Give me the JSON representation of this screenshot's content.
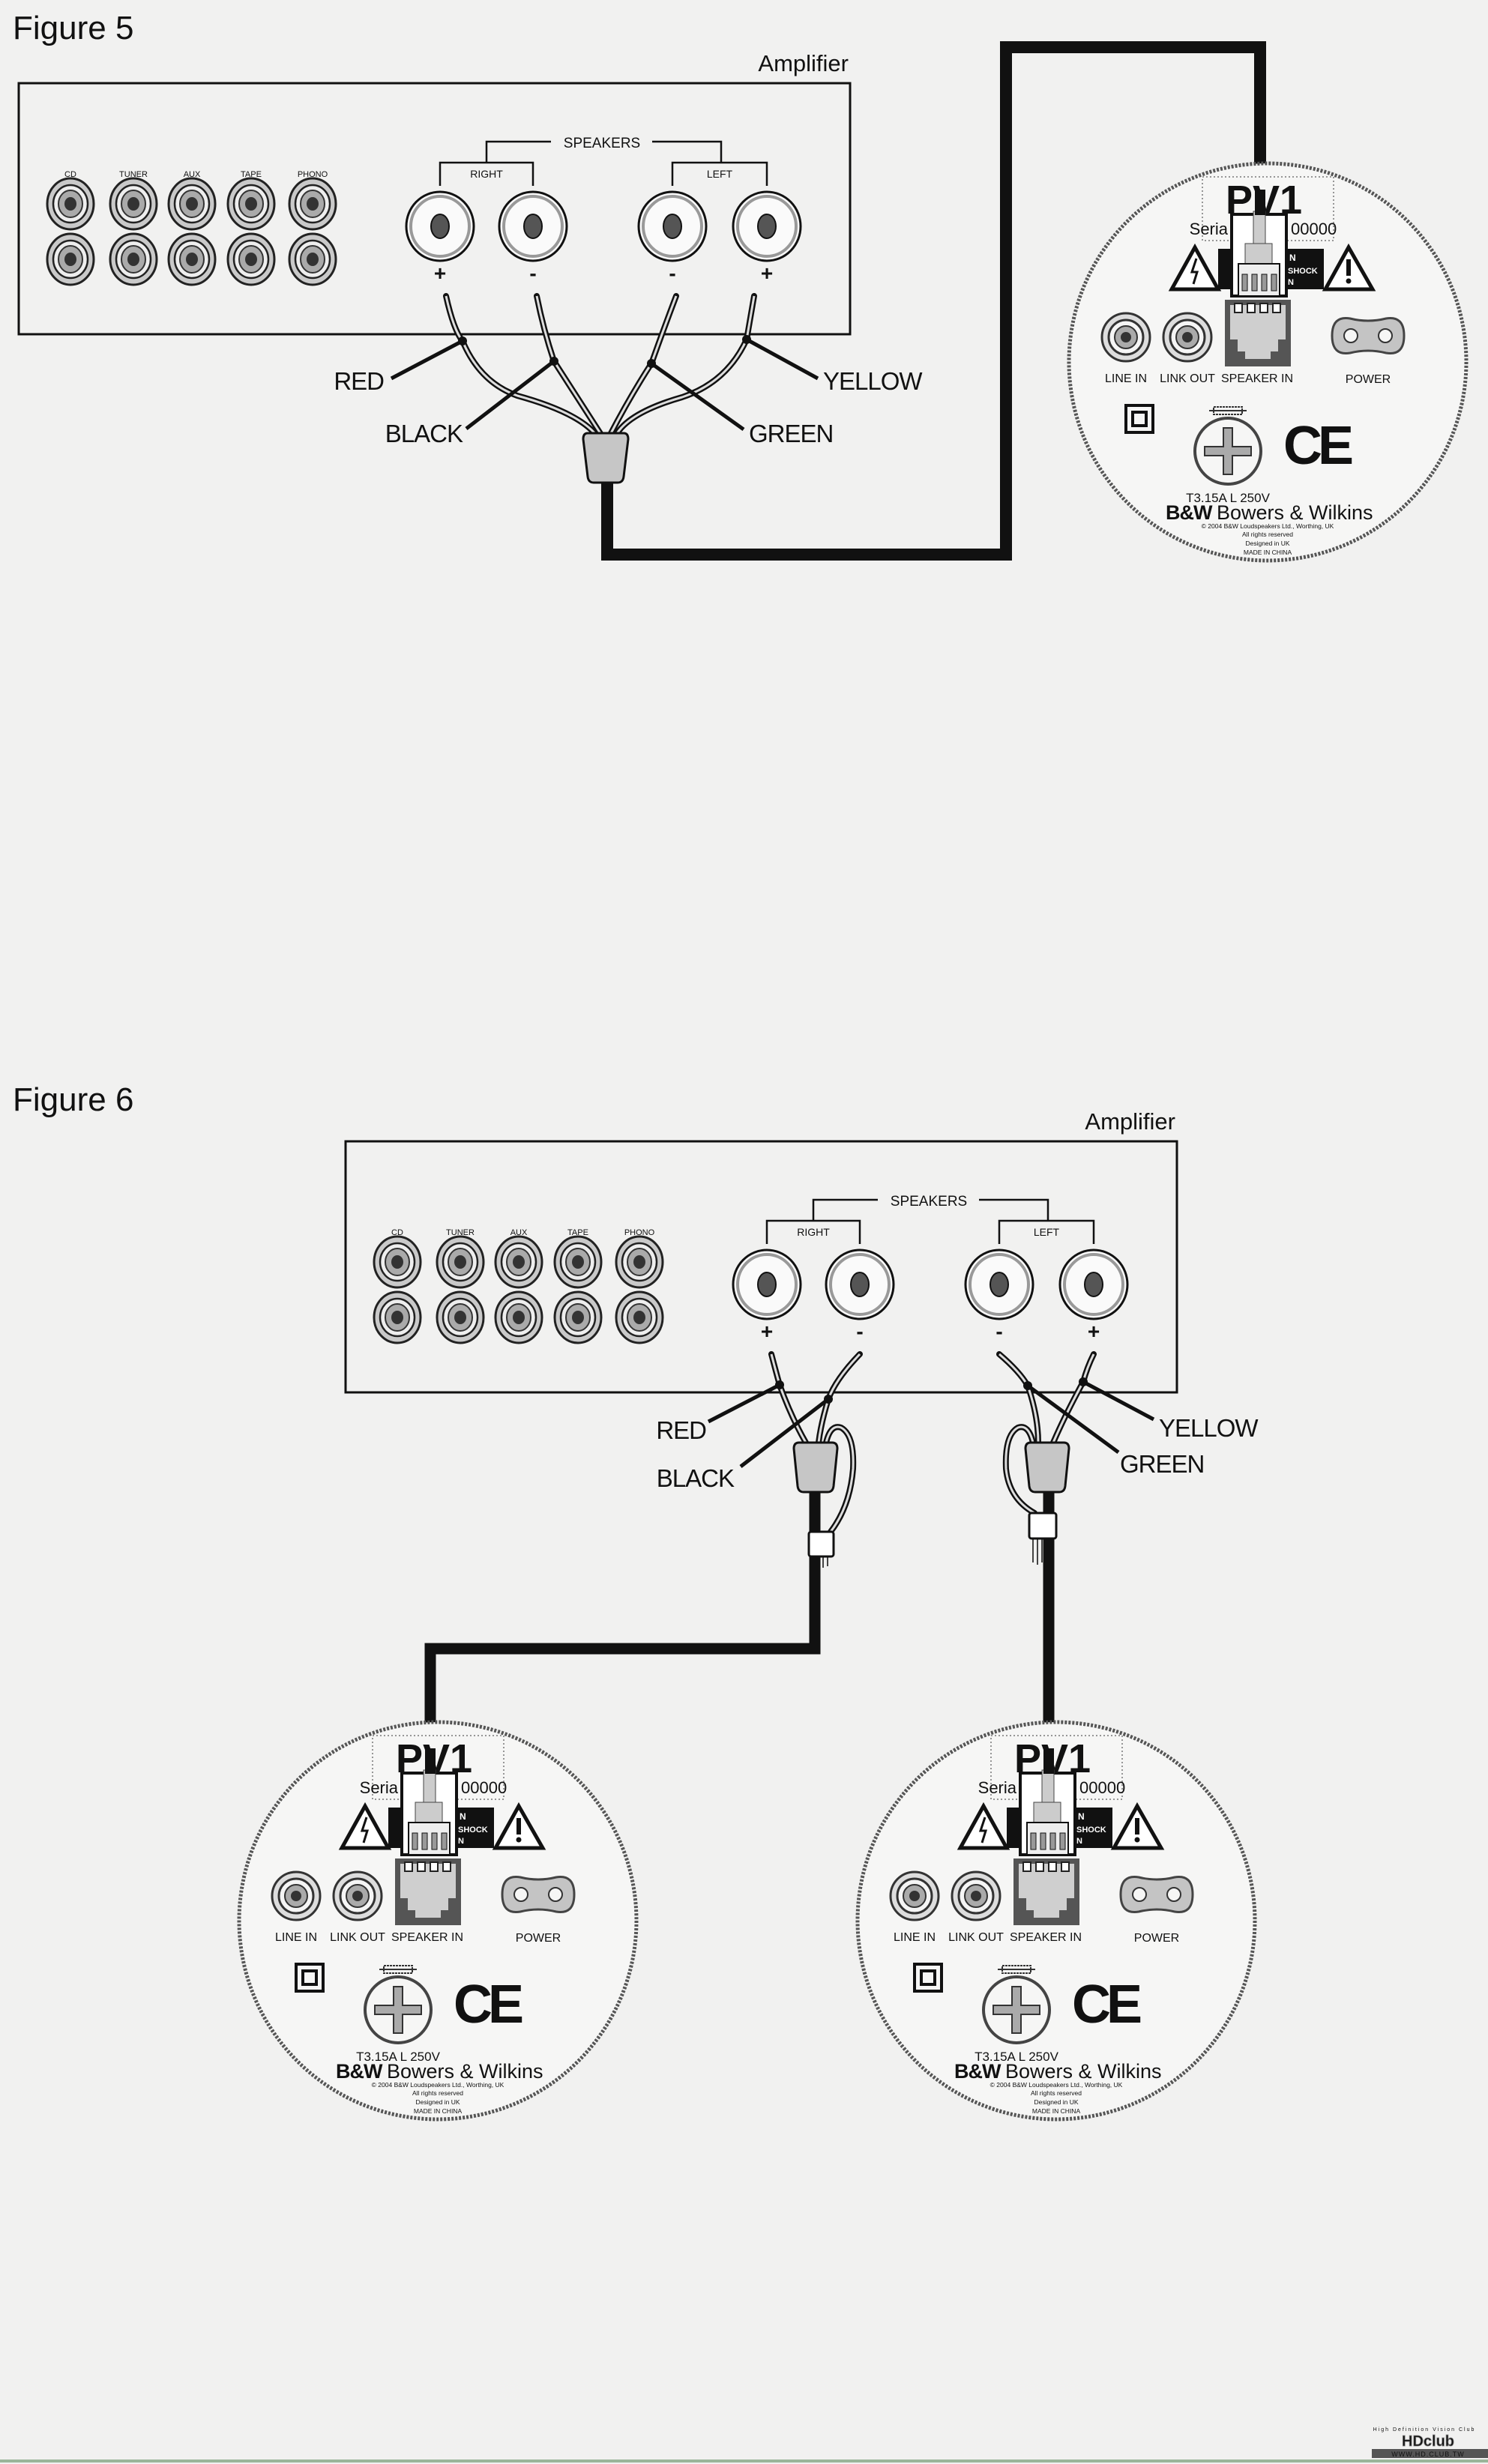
{
  "figures": [
    {
      "label": "Figure 5"
    },
    {
      "label": "Figure 6"
    }
  ],
  "amplifier": {
    "title": "Amplifier",
    "inputs": [
      "CD",
      "TUNER",
      "AUX",
      "TAPE",
      "PHONO"
    ],
    "speakers_label": "SPEAKERS",
    "right_label": "RIGHT",
    "left_label": "LEFT",
    "terminal_polarity": [
      "+",
      "-",
      "-",
      "+"
    ]
  },
  "wire_labels": {
    "red": "RED",
    "black": "BLACK",
    "green": "GREEN",
    "yellow": "YELLOW"
  },
  "speaker_panel": {
    "model": "PV1",
    "serial_left": "Seria",
    "serial_right": "00000",
    "warning_fragments": [
      "N",
      "SHOCK",
      "N"
    ],
    "line_in": "LINE IN",
    "link_out": "LINK OUT",
    "speaker_in": "SPEAKER IN",
    "power": "POWER",
    "fuse_rating": "T3.15A L  250V",
    "brand_short": "B&W",
    "brand_name": "Bowers & Wilkins",
    "ce_mark": "CE",
    "copyright": [
      "© 2004 B&W Loudspeakers Ltd., Worthing, UK",
      "All rights reserved",
      "Designed in UK",
      "MADE IN CHINA"
    ]
  },
  "watermark": {
    "tagline": "High Definition Vision Club",
    "logo": "HDclub",
    "url": "WWW.HD.CLUB.TW"
  }
}
